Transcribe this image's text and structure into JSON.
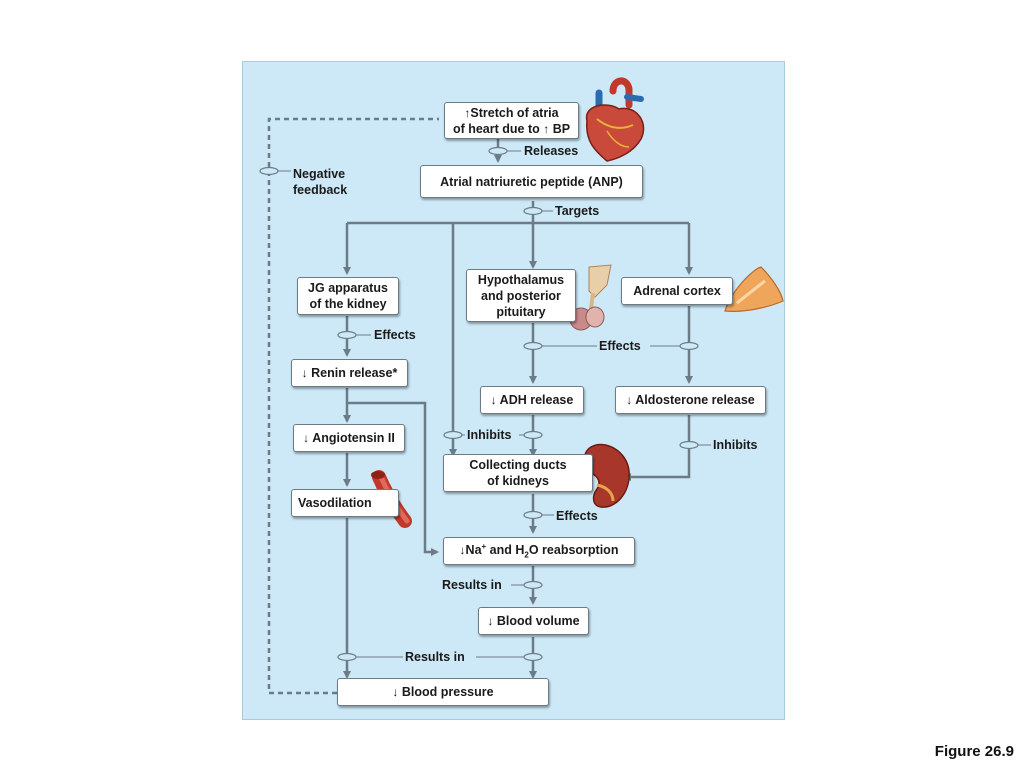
{
  "colors": {
    "panel": "#cde9f7",
    "line": "#6d7b86",
    "box": "#ffffff"
  },
  "boxes": {
    "stretch": {
      "arrow": "↑",
      "line1": "Stretch of atria",
      "line2_pre": "of heart due to ",
      "arrow2": "↑",
      "line2_post": " BP"
    },
    "anp": "Atrial natriuretic peptide (ANP)",
    "jg": {
      "line1": "JG apparatus",
      "line2": "of the kidney"
    },
    "hypothalamus": {
      "line1": "Hypothalamus",
      "line2": "and posterior",
      "line3": "pituitary"
    },
    "adrenal": "Adrenal cortex",
    "renin": {
      "arrow": "↓",
      "text": "Renin release*"
    },
    "adh": {
      "arrow": "↓",
      "text": "ADH release"
    },
    "aldosterone": {
      "arrow": "↓",
      "text": "Aldosterone release"
    },
    "angiotensin": {
      "arrow": "↓",
      "text": "Angiotensin II"
    },
    "collecting": {
      "line1": "Collecting ducts",
      "line2": "of kidneys"
    },
    "vasodilation": "Vasodilation",
    "reabsorption": {
      "arrow": "↓",
      "pre": "Na",
      "sup": "+",
      "mid": " and H",
      "sub": "2",
      "post": "O reabsorption"
    },
    "blood_volume": {
      "arrow": "↓",
      "text": "Blood volume"
    },
    "blood_pressure": {
      "arrow": "↓",
      "text": "Blood pressure"
    }
  },
  "labels": {
    "releases": "Releases",
    "negative_feedback": {
      "line1": "Negative",
      "line2": "feedback"
    },
    "targets": "Targets",
    "effects_jg": "Effects",
    "effects_mid": "Effects",
    "inhibits_left": "Inhibits",
    "inhibits_right": "Inhibits",
    "effects_collecting": "Effects",
    "results_in_1": "Results in",
    "results_in_2": "Results in"
  },
  "illustrations": {
    "heart": "heart-illustration",
    "pituitary": "pituitary-illustration",
    "adrenal": "adrenal-gland-illustration",
    "kidney": "kidney-illustration",
    "artery": "artery-illustration"
  },
  "caption": "Figure 26.9"
}
